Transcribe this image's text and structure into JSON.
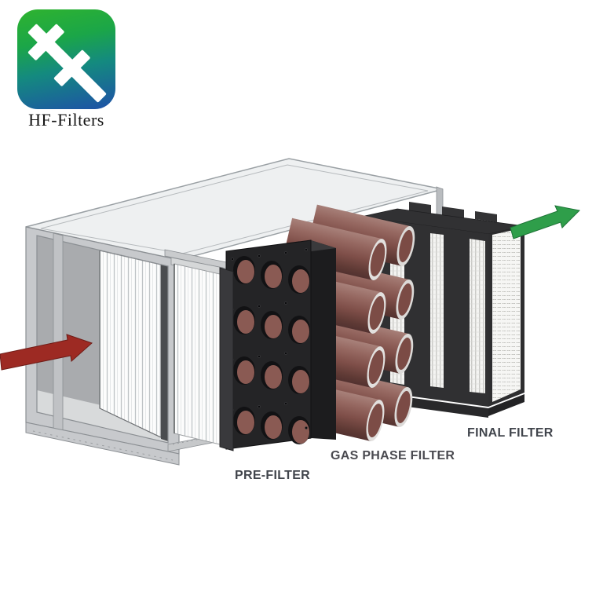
{
  "logo": {
    "brand": "HF-Filters",
    "icon": "hf-monogram-icon"
  },
  "diagram": {
    "type": "airflow-filtration-stages",
    "stages": [
      {
        "id": "pre-filter",
        "label": "PRE-FILTER"
      },
      {
        "id": "gas-phase-filter",
        "label": "GAS PHASE FILTER"
      },
      {
        "id": "final-filter",
        "label": "FINAL FILTER"
      }
    ],
    "airflow": {
      "inlet_icon": "inlet-arrow-icon",
      "outlet_icon": "outlet-arrow-icon"
    }
  },
  "colors": {
    "background": "#ffffff",
    "inlet_arrow": "#9d2a23",
    "outlet_arrow": "#2f9e4a",
    "cylinder_brown": "#8a5a53",
    "filter_frame_black": "#2e2e30",
    "housing_gray": "#c7c9cc",
    "housing_top": "#eef0f1",
    "label_text": "#41454c",
    "logo_green": "#2fb32f",
    "logo_blue": "#1d56a4"
  }
}
